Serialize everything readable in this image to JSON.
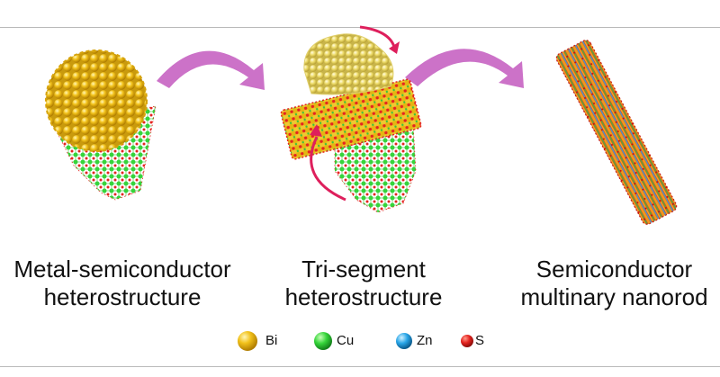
{
  "labels": {
    "left": [
      "Metal-semiconductor",
      "heterostructure"
    ],
    "middle": [
      "Tri-segment",
      "heterostructure"
    ],
    "right": [
      "Semiconductor",
      "multinary nanorod"
    ]
  },
  "legend": [
    {
      "symbol": "Bi",
      "color": "#f2c21b"
    },
    {
      "symbol": "Cu",
      "color": "#35d43a"
    },
    {
      "symbol": "Zn",
      "color": "#29a6e8"
    },
    {
      "symbol": "S",
      "color": "#e52420"
    }
  ],
  "colors": {
    "arrow": "#cc72c8",
    "rotation_arrow": "#de1f5c",
    "bi": "#f2c21b",
    "cu": "#35d43a",
    "zn": "#29a6e8",
    "s": "#e52420"
  }
}
